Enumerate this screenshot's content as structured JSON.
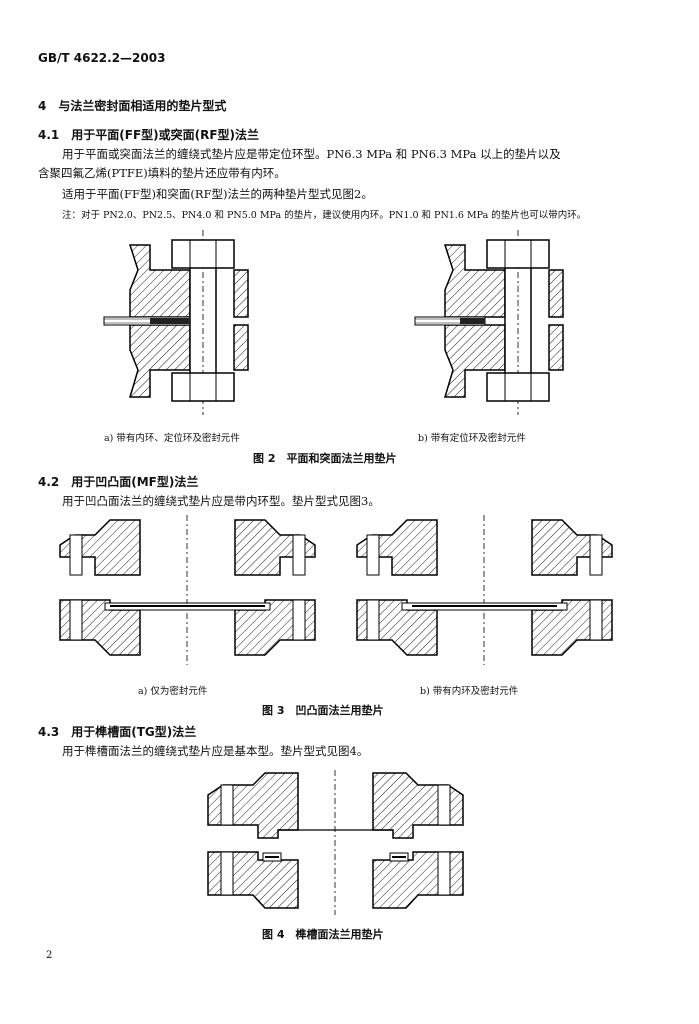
{
  "header": {
    "standard_code": "GB/T 4622.2—2003"
  },
  "section4": {
    "heading": "4　与法兰密封面相适用的垫片型式",
    "s41": {
      "heading": "4.1　用于平面(FF型)或突面(RF型)法兰",
      "para1_line1": "用于平面或突面法兰的缠绕式垫片应是带定位环型。PN6.3 MPa 和 PN6.3 MPa 以上的垫片以及",
      "para1_line2": "含聚四氟乙烯(PTFE)填料的垫片还应带有内环。",
      "para2": "适用于平面(FF型)和突面(RF型)法兰的两种垫片型式见图2。",
      "note": "注：对于 PN2.0、PN2.5、PN4.0 和 PN5.0 MPa 的垫片，建议使用内环。PN1.0 和 PN1.6 MPa 的垫片也可以带内环。",
      "fig2": {
        "caption_a": "a) 带有内环、定位环及密封元件",
        "caption_b": "b) 带有定位环及密封元件",
        "title": "图 2　平面和突面法兰用垫片"
      }
    },
    "s42": {
      "heading": "4.2　用于凹凸面(MF型)法兰",
      "para": "用于凹凸面法兰的缠绕式垫片应是带内环型。垫片型式见图3。",
      "fig3": {
        "caption_a": "a) 仅为密封元件",
        "caption_b": "b) 带有内环及密封元件",
        "title": "图 3　凹凸面法兰用垫片"
      }
    },
    "s43": {
      "heading": "4.3　用于榫槽面(TG型)法兰",
      "para": "用于榫槽面法兰的缠绕式垫片应是基本型。垫片型式见图4。",
      "fig4": {
        "title": "图 4　榫槽面法兰用垫片"
      }
    }
  },
  "footer": {
    "page_number": "2"
  }
}
